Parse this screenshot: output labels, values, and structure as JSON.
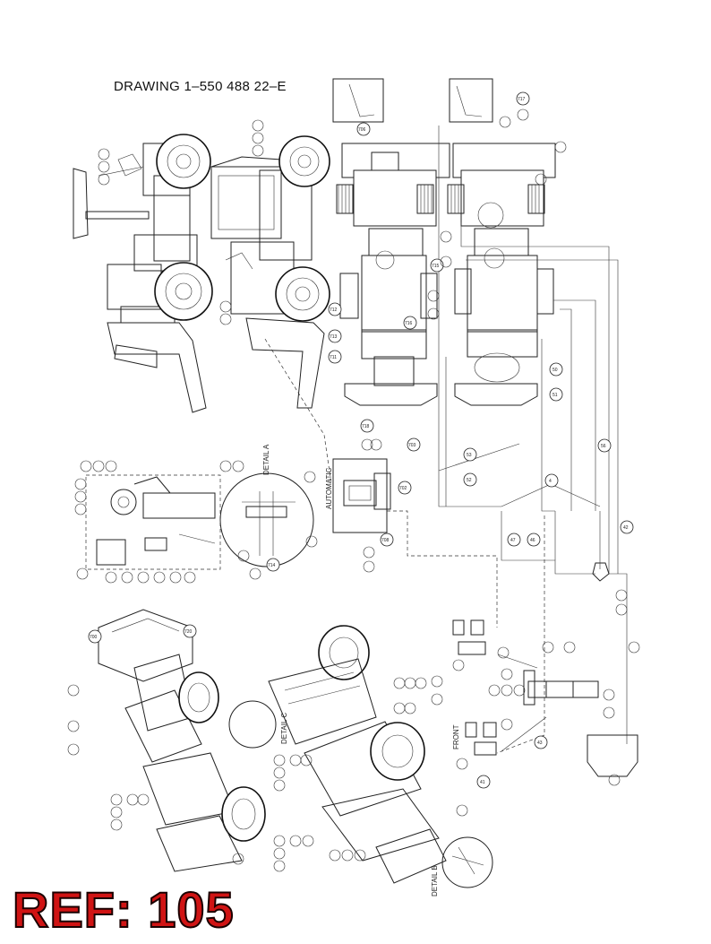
{
  "drawing": {
    "title": "DRAWING  1–550 488 22–E",
    "ref_label": "REF: 105"
  },
  "labels": {
    "detail_a": "DETAIL  A",
    "detail_b": "DETAIL  B",
    "detail_c": "DETAIL  C",
    "automatic": "AUTOMATIC",
    "front": "FRONT"
  },
  "callouts": [
    "4",
    "41",
    "42",
    "43",
    "46",
    "47",
    "50",
    "51",
    "52",
    "53",
    "56",
    "700",
    "702",
    "703",
    "706",
    "708",
    "711",
    "712",
    "713",
    "714",
    "715",
    "716",
    "717",
    "718",
    "720"
  ],
  "colors": {
    "ref": "#d01414",
    "line": "#222222",
    "background": "#ffffff"
  }
}
